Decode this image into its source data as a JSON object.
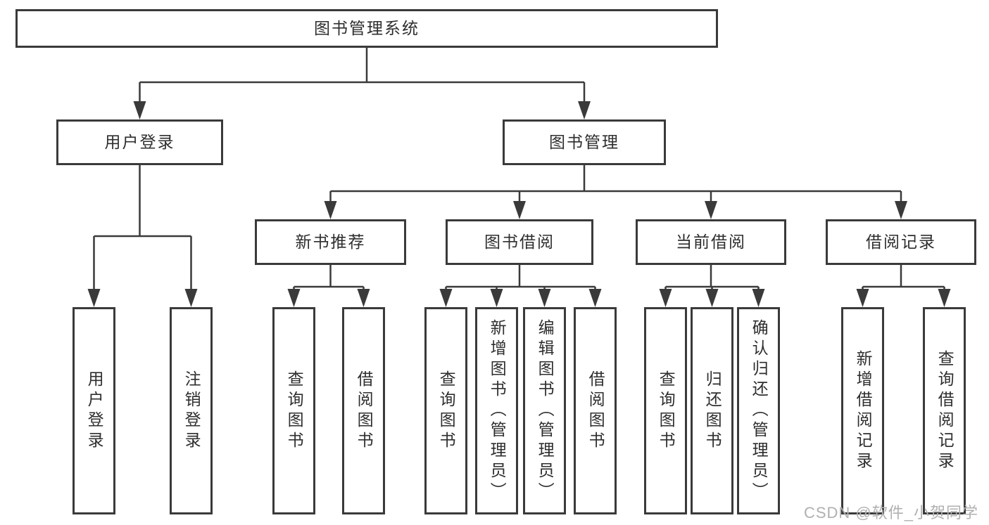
{
  "diagram": {
    "root": {
      "label": "图书管理系统",
      "children": [
        {
          "label": "用户登录",
          "children": [
            {
              "label": "用户登录"
            },
            {
              "label": "注销登录"
            }
          ]
        },
        {
          "label": "图书管理",
          "children": [
            {
              "label": "新书推荐",
              "children": [
                {
                  "label": "查询图书"
                },
                {
                  "label": "借阅图书"
                }
              ]
            },
            {
              "label": "图书借阅",
              "children": [
                {
                  "label": "查询图书"
                },
                {
                  "label": "新增图书（管理员）"
                },
                {
                  "label": "编辑图书（管理员）"
                },
                {
                  "label": "借阅图书"
                }
              ]
            },
            {
              "label": "当前借阅",
              "children": [
                {
                  "label": "查询图书"
                },
                {
                  "label": "归还图书"
                },
                {
                  "label": "确认归还（管理员）"
                }
              ]
            },
            {
              "label": "借阅记录",
              "children": [
                {
                  "label": "新增借阅记录"
                },
                {
                  "label": "查询借阅记录"
                }
              ]
            }
          ]
        }
      ]
    }
  },
  "watermark": "CSDN @软件_小贺同学",
  "colors": {
    "line": "#3a3a3a",
    "border": "#3a3a3a",
    "text": "#2e2e2e",
    "watermark": "#b0b0b0",
    "background": "#ffffff"
  }
}
